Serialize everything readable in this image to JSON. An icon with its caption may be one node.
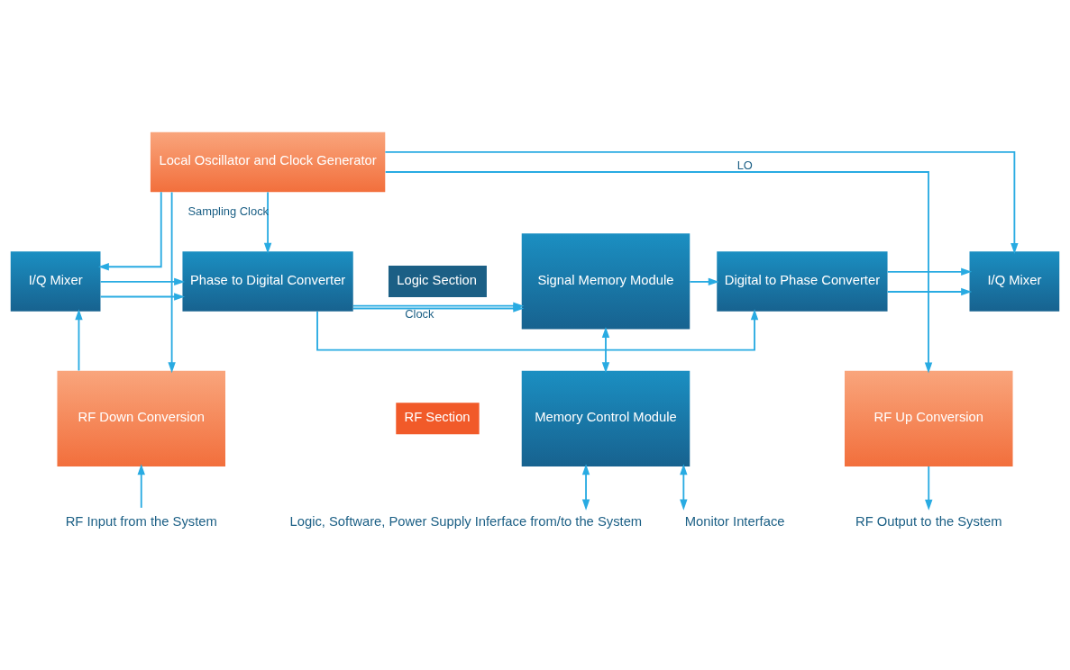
{
  "diagram": {
    "nodes": [
      {
        "text": [
          "Local Oscillator and Clock Generator"
        ]
      },
      {
        "text": [
          "I/Q Mixer"
        ]
      },
      {
        "text": [
          "Phase to Digital Converter"
        ]
      },
      {
        "text": [
          "Signal Memory Module"
        ]
      },
      {
        "text": [
          "Digital to Phase Converter"
        ]
      },
      {
        "text": [
          "I/Q Mixer"
        ]
      },
      {
        "text": [
          "RF Down Conversion"
        ]
      },
      {
        "text": [
          "Memory Control Module"
        ]
      },
      {
        "text": [
          "RF Up Conversion"
        ]
      },
      {
        "text": [
          "RF Input from the System"
        ]
      },
      {
        "text": [
          "Logic, Software, Power Supply Inferface from/to the System"
        ]
      },
      {
        "text": [
          "Monitor Interface"
        ]
      },
      {
        "text": [
          "RF Output to the System"
        ]
      }
    ],
    "edges": [
      {
        "from": 0,
        "to": 1,
        "arrow": "to"
      },
      {
        "from": 0,
        "to": 6,
        "arrow": "to"
      },
      {
        "from": 0,
        "to": 2,
        "arrow": "to",
        "label": "Sampling Clock"
      },
      {
        "from": 0,
        "to": 5,
        "arrow": "to"
      },
      {
        "from": 0,
        "to": 8,
        "arrow": "to",
        "label": "LO"
      },
      {
        "from": 1,
        "to": 2,
        "arrow": "to"
      },
      {
        "from": 1,
        "to": 2,
        "arrow": "to"
      },
      {
        "from": 2,
        "to": 3,
        "arrow": "to"
      },
      {
        "from": 2,
        "to": 3,
        "arrow": "to",
        "label": "Clock"
      },
      {
        "from": 2,
        "to": 4,
        "arrow": "to"
      },
      {
        "from": 3,
        "to": 4,
        "arrow": "to"
      },
      {
        "from": 4,
        "to": 5,
        "arrow": "to"
      },
      {
        "from": 4,
        "to": 5,
        "arrow": "to"
      },
      {
        "from": 6,
        "to": 1,
        "arrow": "to"
      },
      {
        "from": 3,
        "to": 7,
        "arrow": "both"
      },
      {
        "from": 9,
        "to": 6,
        "arrow": "to"
      },
      {
        "from": 10,
        "to": 7,
        "arrow": "both"
      },
      {
        "from": 11,
        "to": 7,
        "arrow": "both"
      },
      {
        "from": 8,
        "to": 12,
        "arrow": "to"
      }
    ],
    "legend": [
      {
        "text": "Logic Section",
        "color": "#1b5f85"
      },
      {
        "text": "RF Section",
        "color": "#f15a29"
      }
    ]
  }
}
